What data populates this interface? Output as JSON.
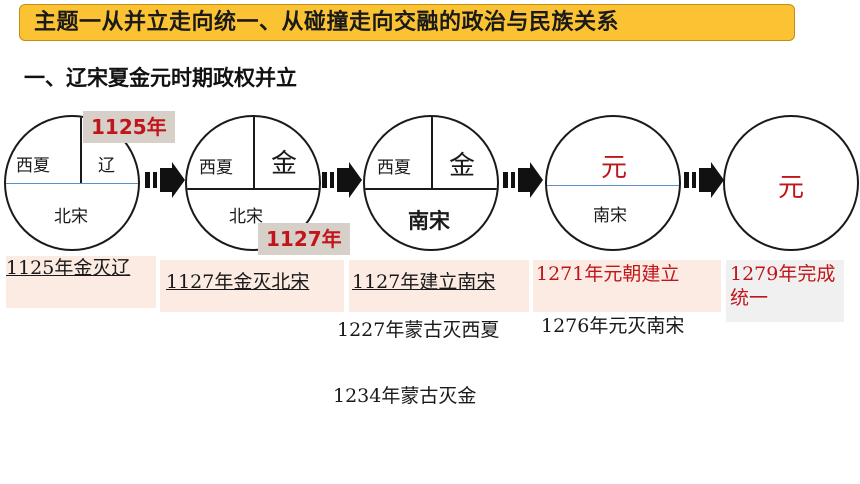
{
  "title": "主题一从并立走向统一、从碰撞走向交融的政治与民族关系",
  "section_heading": "一、辽宋夏金元时期政权并立",
  "circles": [
    {
      "top_left": "西夏",
      "top_right": "辽",
      "bottom": "北宋"
    },
    {
      "top_left": "西夏",
      "top_right": "金",
      "bottom": "北宋"
    },
    {
      "top_left": "西夏",
      "top_right": "金",
      "bottom": "南宋"
    },
    {
      "top": "元",
      "bottom": "南宋"
    },
    {
      "center": "元"
    }
  ],
  "badges": {
    "b1": "1125年",
    "b2": "1127年"
  },
  "events": {
    "e1": "1125年金灭辽",
    "e2": "1127年金灭北宋",
    "e3": "1127年建立南宋",
    "e4": "1271年元朝建立",
    "e5": "1279年完成统一",
    "e6": "1227年蒙古灭西夏",
    "e7": "1276年元灭南宋",
    "e8": "1234年蒙古灭金"
  },
  "colors": {
    "title_bg": "#fbc334",
    "accent_red": "#c0161b",
    "divider_blue": "#5b8fc7"
  },
  "icons": [
    "right-arrow-icon"
  ]
}
